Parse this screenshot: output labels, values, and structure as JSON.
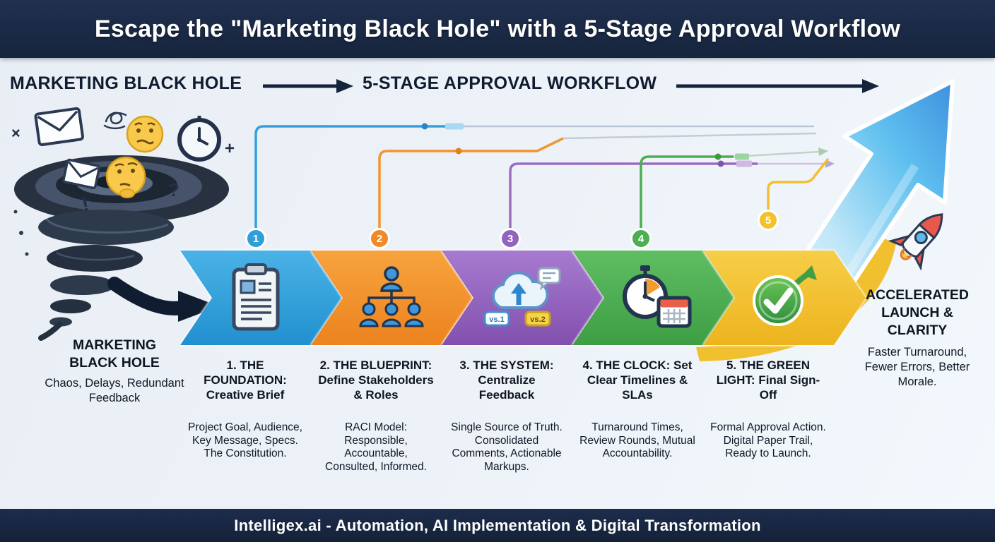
{
  "banner": {
    "title": "Escape the \"Marketing Black Hole\" with a 5-Stage Approval Workflow"
  },
  "flow_header": {
    "left": "MARKETING BLACK HOLE",
    "right": "5-STAGE APPROVAL WORKFLOW"
  },
  "black_hole": {
    "title": "MARKETING BLACK HOLE",
    "subtitle": "Chaos, Delays, Redundant Feedback"
  },
  "stages": [
    {
      "number": "1",
      "color": "#2e9fd8",
      "icon": "clipboard-icon",
      "title": "1. THE FOUNDATION:",
      "subtitle": "Creative Brief",
      "details": "Project Goal, Audience, Key Message, Specs. The Constitution."
    },
    {
      "number": "2",
      "color": "#f0892a",
      "icon": "org-chart-icon",
      "title": "2. THE BLUEPRINT:",
      "subtitle": "Define Stakeholders & Roles",
      "details": "RACI Model: Responsible, Accountable, Consulted, Informed."
    },
    {
      "number": "3",
      "color": "#9164bd",
      "icon": "cloud-upload-icon",
      "title": "3. THE SYSTEM:",
      "subtitle": "Centralize Feedback",
      "details": "Single Source of Truth. Consolidated Comments, Actionable Markups."
    },
    {
      "number": "4",
      "color": "#4caf50",
      "icon": "stopwatch-calendar-icon",
      "title": "4. THE CLOCK:",
      "subtitle": "Set Clear Timelines & SLAs",
      "details": "Turnaround Times, Review Rounds, Mutual Accountability."
    },
    {
      "number": "5",
      "color": "#f2c12e",
      "icon": "approval-check-icon",
      "title": "5. THE GREEN LIGHT:",
      "subtitle": "Final Sign-Off",
      "details": "Formal Approval Action. Digital Paper Trail, Ready to Launch."
    }
  ],
  "cloud_badges": {
    "v1": "vs.1",
    "v2": "vs.2"
  },
  "result": {
    "title": "ACCELERATED LAUNCH & CLARITY",
    "subtitle": "Faster Turnaround, Fewer Errors, Better Morale."
  },
  "footer": {
    "text": "Intelligex.ai - Automation, AI Implementation & Digital Transformation"
  }
}
